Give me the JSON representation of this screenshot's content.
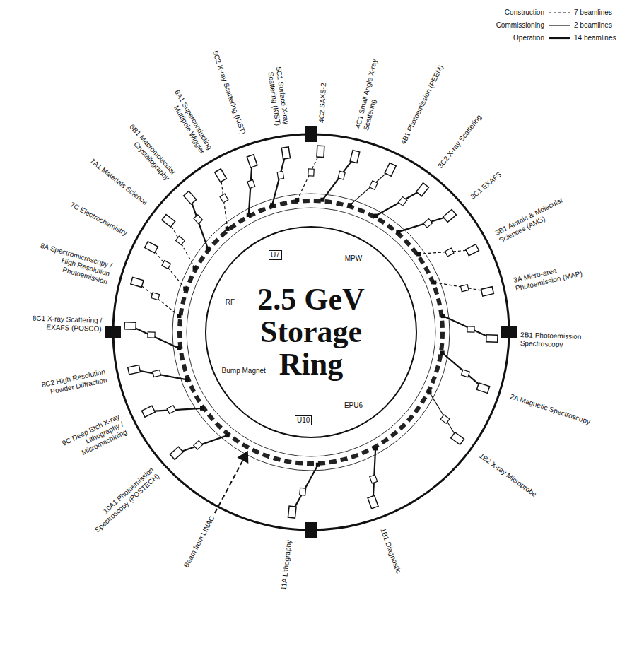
{
  "diagram": {
    "nodes": [
      {
        "text": [
          "2.5 GeV Storage Ring"
        ]
      }
    ],
    "labels": [
      "6B1 Macromolecular Crystallography",
      "6A1 Superconducting Multipole Wiggler",
      "5C2 X-ray Scattering (KIST)",
      "5C1 Surface X-ray Scattering (KIST)",
      "4C2 SAXS-2",
      "4C1 Small Angle X-ray Scattering",
      "4B1 Photoemission (PEEM)",
      "3C2 X-ray Scattering",
      "3C1 EXAFS",
      "3B1 Atomic & Molecular Sciences (AMS)",
      "3A Micro-area Photoemission (MAP)",
      "2B1 Photoemission Spectroscopy",
      "2A Magnetic Spectroscopy",
      "1B2 X-ray Microprobe",
      "1B1 Diagnostic",
      "11A Lithography",
      "10A1 Photoemission Spectroscopy (POSTECH)",
      "9C Deep Etch X-ray Lithography / Micromachining",
      "8C2 High Resolution Powder Diffraction",
      "8C1 X-ray Scattering / EXAFS (POSCO)",
      "8A Spectromicroscopy / High Resolution Photoemission",
      "7C Electrochemistry",
      "7A1 Materials Science",
      "U7",
      "MPW",
      "EPU6",
      "U10",
      "RF",
      "Bump Magnet",
      "7 beamlines",
      "2 beamlines",
      "14 beamlines",
      "Beam from LINAC"
    ],
    "legend": [
      {
        "text": "Construction"
      },
      {
        "text": "Commissioning"
      },
      {
        "text": "Operation"
      }
    ]
  }
}
